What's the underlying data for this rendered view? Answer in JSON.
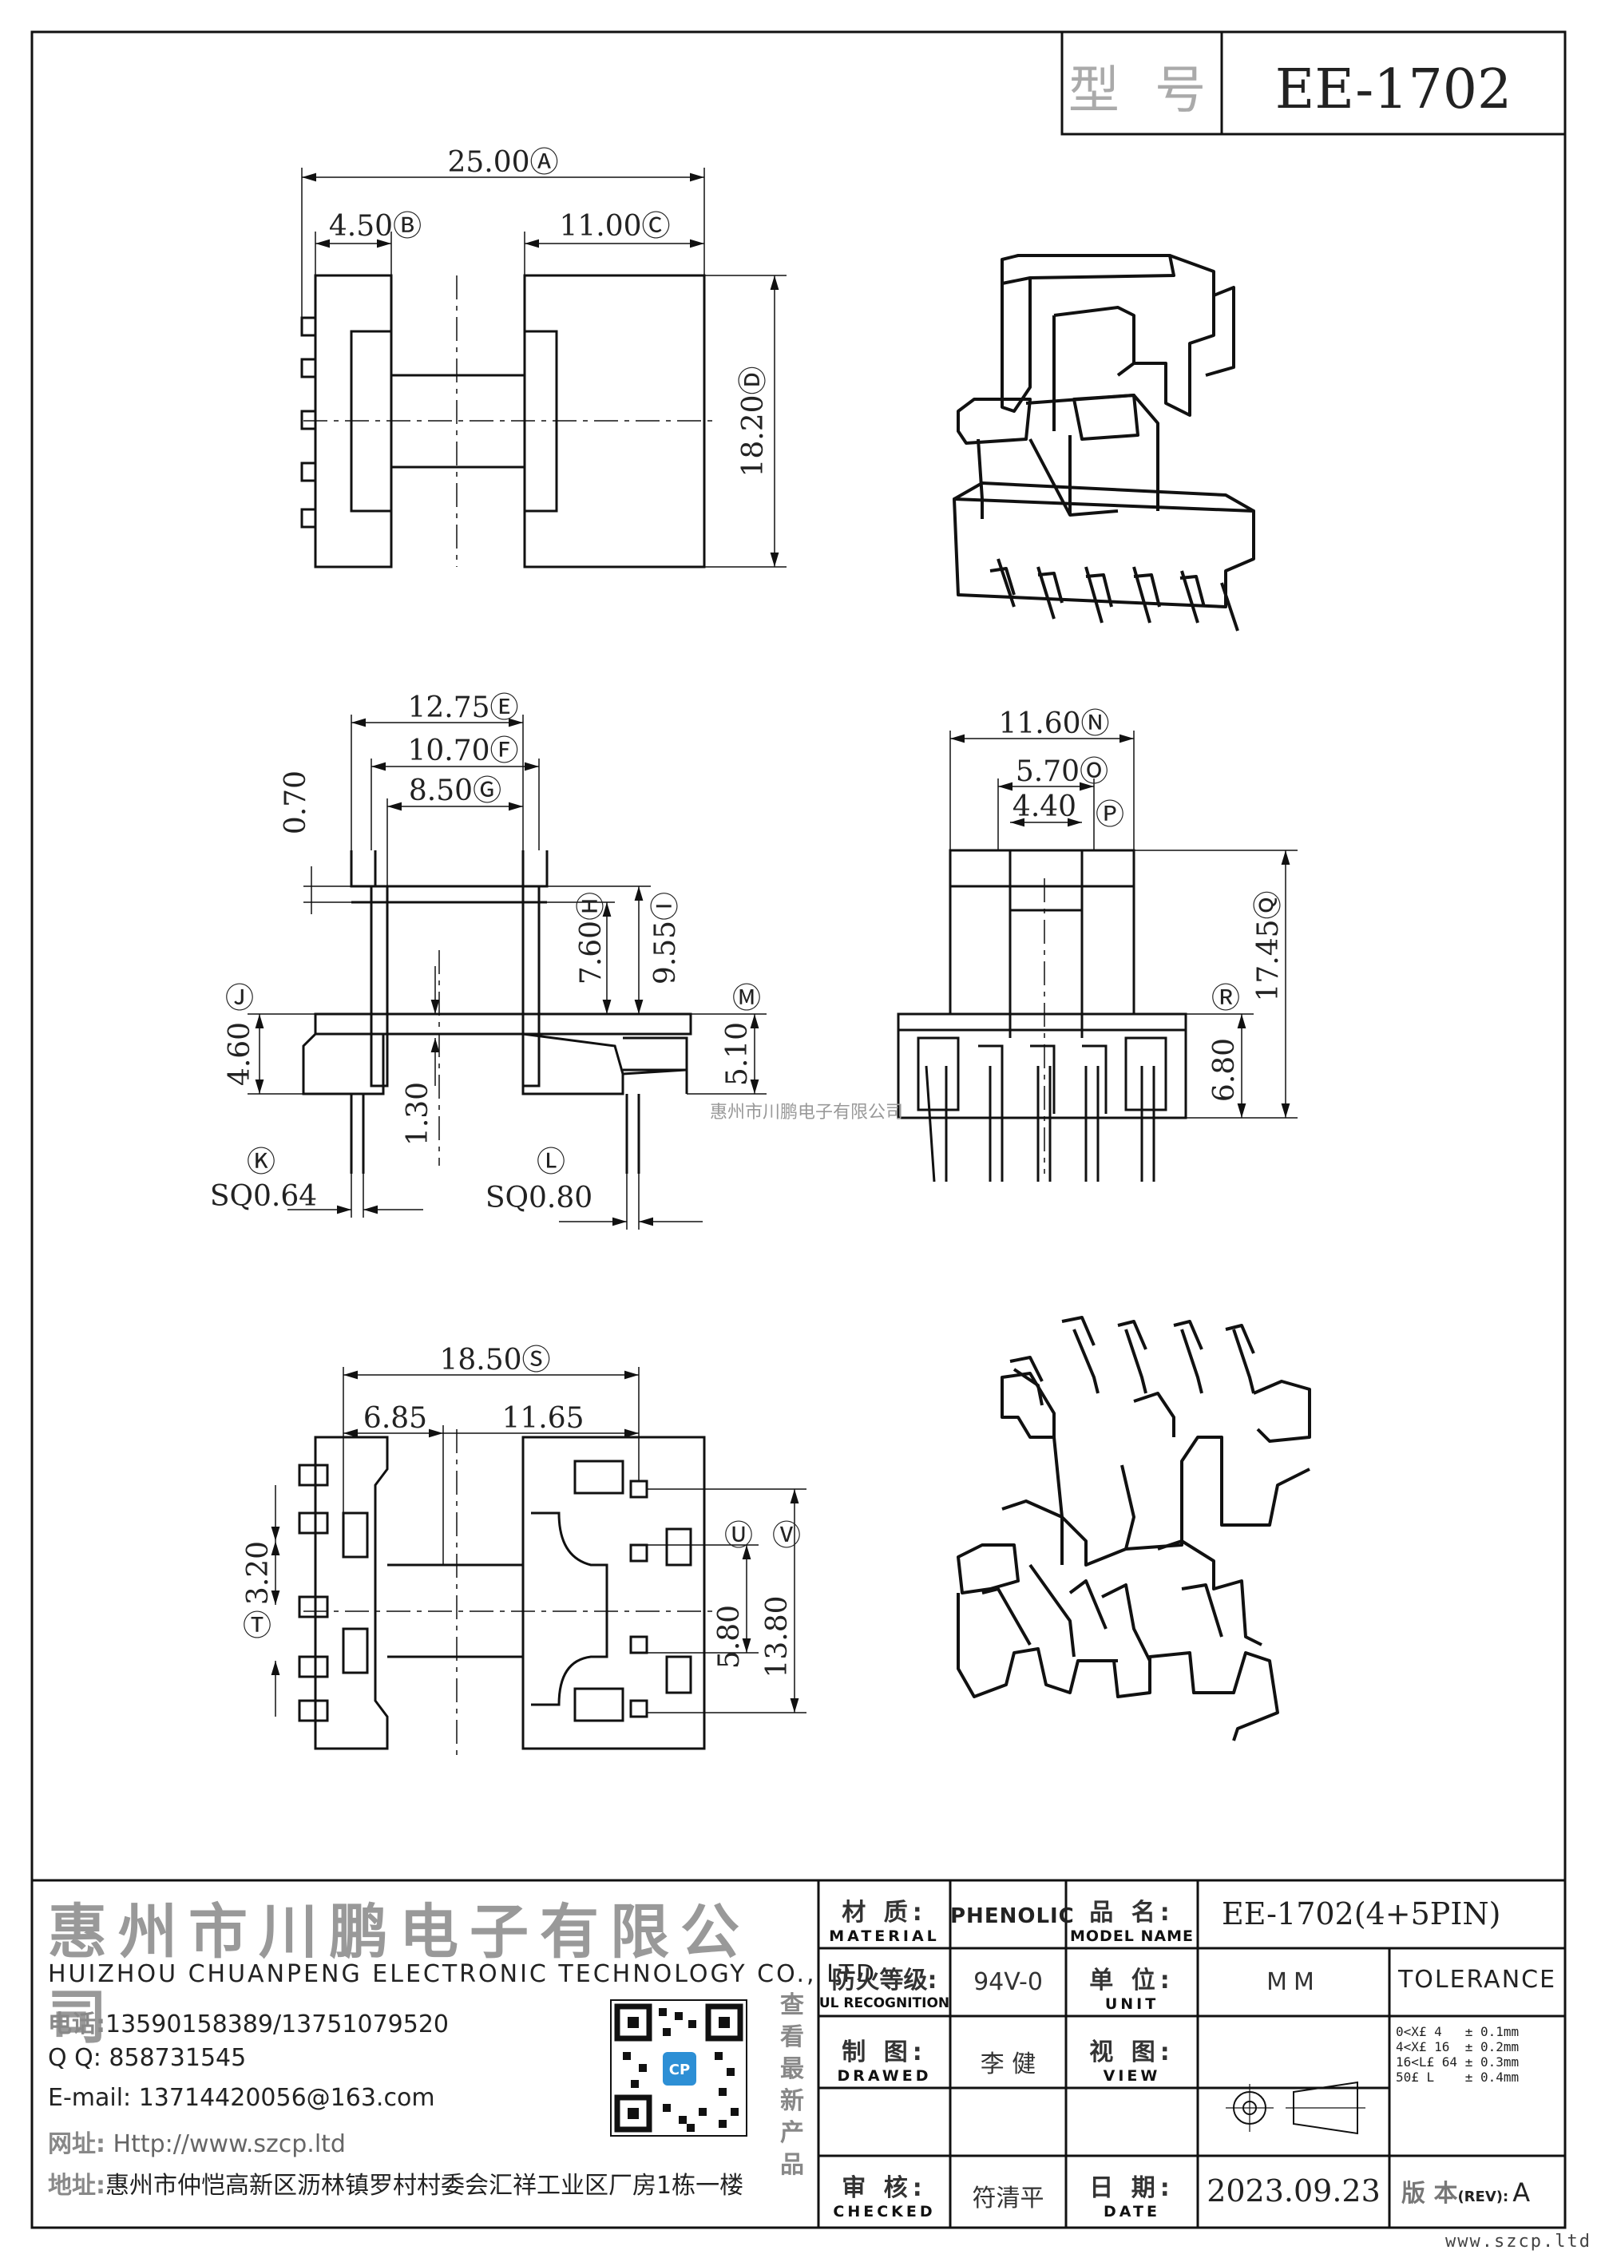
{
  "header": {
    "model_label": "型 号",
    "model_value": "EE-1702"
  },
  "dimensions": {
    "top_view": [
      "25.00Ⓐ",
      "4.50Ⓑ",
      "11.00Ⓒ",
      "18.20Ⓓ"
    ],
    "side_view": [
      "12.75Ⓔ",
      "10.70Ⓕ",
      "8.50Ⓖ",
      "0.70",
      "7.60Ⓗ",
      "9.55Ⓘ",
      "Ⓙ",
      "4.60",
      "1.30",
      "Ⓜ",
      "5.10",
      "Ⓚ",
      "SQ0.64",
      "Ⓛ",
      "SQ0.80"
    ],
    "front_view": [
      "11.60Ⓝ",
      "5.70Ⓞ",
      "4.40",
      "Ⓟ",
      "17.45Ⓠ",
      "Ⓡ",
      "6.80"
    ],
    "bottom_view": [
      "18.50Ⓢ",
      "6.85",
      "11.65",
      "3.20",
      "Ⓣ",
      "5.80",
      "Ⓤ",
      "13.80",
      "Ⓥ"
    ]
  },
  "watermark": "惠州市川鹏电子有限公司",
  "company": {
    "name_cn": "惠州市川鹏电子有限公司",
    "name_en": "HUIZHOU CHUANPENG ELECTRONIC TECHNOLOGY CO., LTD",
    "phone_label": "电话:",
    "phone": "13590158389/13751079520",
    "qq_label": "Q Q:",
    "qq": "858731545",
    "email_label": "E-mail:",
    "email": "13714420056@163.com",
    "web_label": "网址:",
    "web": "Http://www.szcp.ltd",
    "address_label": "地址:",
    "address": "惠州市仲恺高新区沥林镇罗村村委会汇祥工业区厂房1栋一楼",
    "qr_caption": "查看最新产品",
    "qr_badge": "CP"
  },
  "title_block": {
    "material_cn": "材 质:",
    "material_en": "MATERIAL",
    "material_value": "PHENOLIC",
    "model_name_cn": "品 名:",
    "model_name_en": "MODEL NAME",
    "model_name_value": "EE-1702(4+5PIN)",
    "ul_cn": "防火等级:",
    "ul_en": "UL RECOGNITION",
    "ul_value": "94V-0",
    "unit_cn": "单 位:",
    "unit_en": "UNIT",
    "unit_value": "MM",
    "tolerance_label": "TOLERANCE",
    "drawed_cn": "制 图:",
    "drawed_en": "DRAWED",
    "drawed_value": "李 健",
    "view_cn": "视 图:",
    "view_en": "VIEW",
    "tolerance_rows": [
      "0<X£ 4   ± 0.1mm",
      "4<X£ 16  ± 0.2mm",
      "16<L£ 64 ± 0.3mm",
      "50£ L    ± 0.4mm"
    ],
    "checked_cn": "审 核:",
    "checked_en": "CHECKED",
    "checked_value": "符清平",
    "date_cn": "日 期:",
    "date_en": "DATE",
    "date_value": "2023.09.23",
    "rev_cn": "版 本",
    "rev_en": "(REV):",
    "rev_value": "A"
  },
  "footer": {
    "site": "www.szcp.ltd"
  }
}
